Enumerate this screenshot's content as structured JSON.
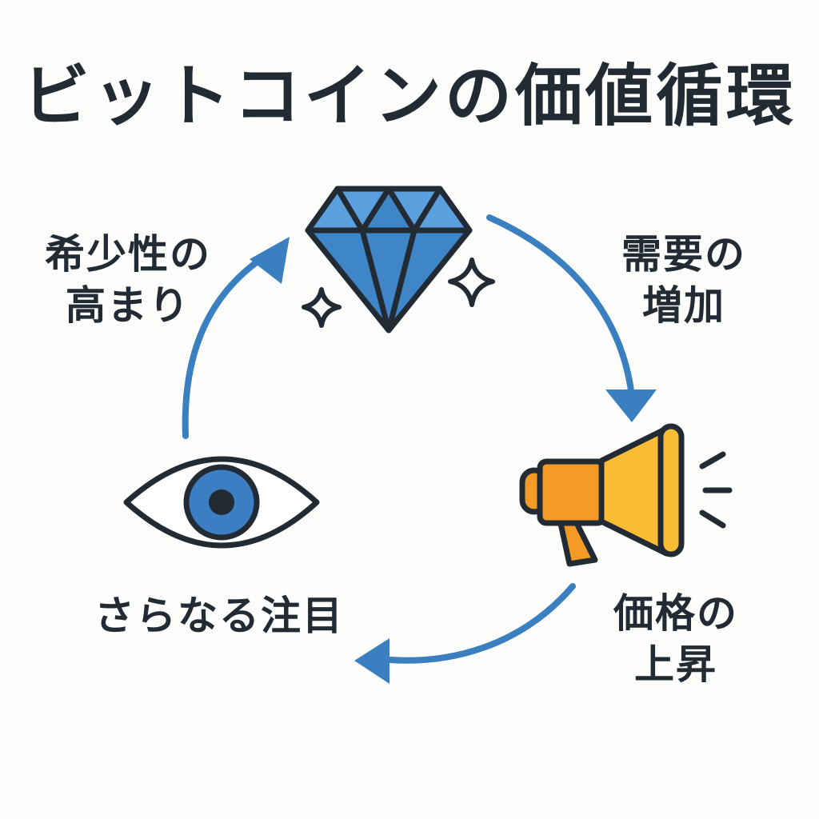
{
  "title": "ビットコインの価値循環",
  "labels": {
    "scarcity": [
      "希少性の",
      "高まり"
    ],
    "demand": [
      "需要の",
      "増加"
    ],
    "price": [
      "価格の",
      "上昇"
    ],
    "attention": "さらなる注目"
  },
  "icons": {
    "diamond": "diamond-icon",
    "megaphone": "megaphone-icon",
    "eye": "eye-icon",
    "sparkle": "sparkle-icon"
  },
  "colors": {
    "arrow": "#3a7fc0",
    "diamond": "#3f86c8",
    "diamond_light": "#5aa0de",
    "megaphone_dark": "#f29a25",
    "megaphone_light": "#f8bd35",
    "outline": "#222a33",
    "iris": "#3b7ec4"
  }
}
